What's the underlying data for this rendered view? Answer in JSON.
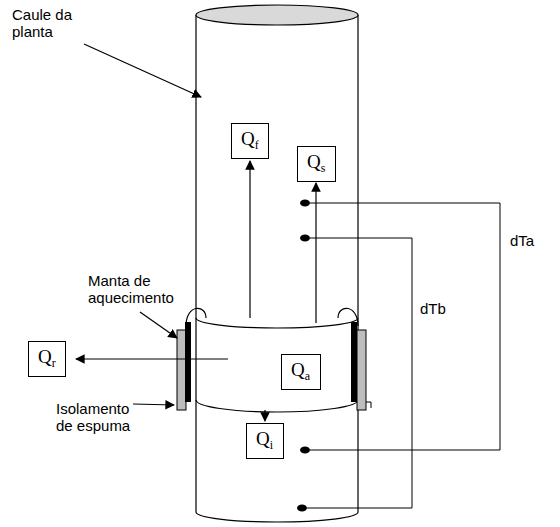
{
  "diagram": {
    "nodes": [
      {
        "text": [
          "Qf"
        ]
      },
      {
        "text": [
          "Qs"
        ]
      },
      {
        "text": [
          "Qr"
        ]
      },
      {
        "text": [
          "Qa"
        ]
      },
      {
        "text": [
          "Qi"
        ]
      }
    ],
    "labels": [
      "Caule da planta",
      "Manta de aquecimento",
      "Isolamento de espuma",
      "dTa",
      "dTb"
    ]
  }
}
